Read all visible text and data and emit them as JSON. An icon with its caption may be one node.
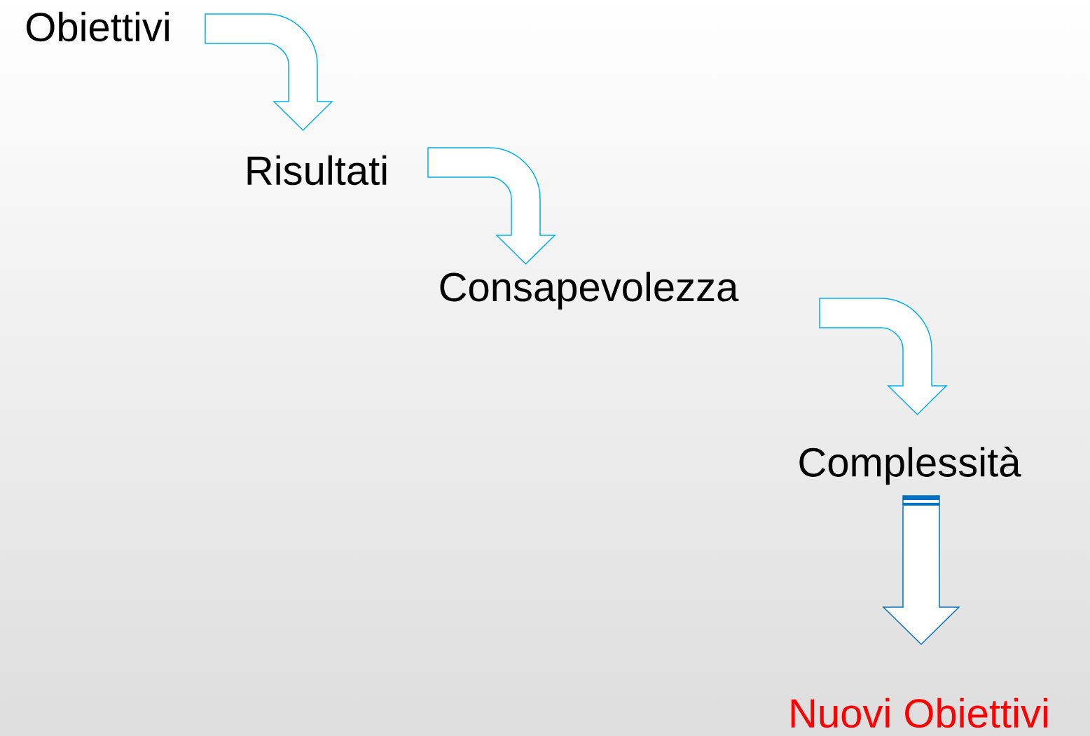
{
  "diagram": {
    "nodes": [
      {
        "text": [
          "Obiettivi"
        ]
      },
      {
        "text": [
          "Risultati"
        ]
      },
      {
        "text": [
          "Consapevolezza"
        ]
      },
      {
        "text": [
          "Complessità"
        ]
      },
      {
        "text": [
          "Nuovi Obiettivi"
        ]
      }
    ],
    "edges": [
      {
        "from": 0,
        "to": 1,
        "arrow": "to"
      },
      {
        "from": 1,
        "to": 2,
        "arrow": "to"
      },
      {
        "from": 2,
        "to": 3,
        "arrow": "to"
      },
      {
        "from": 3,
        "to": 4,
        "arrow": "to",
        "color": "#0070c0"
      }
    ]
  }
}
